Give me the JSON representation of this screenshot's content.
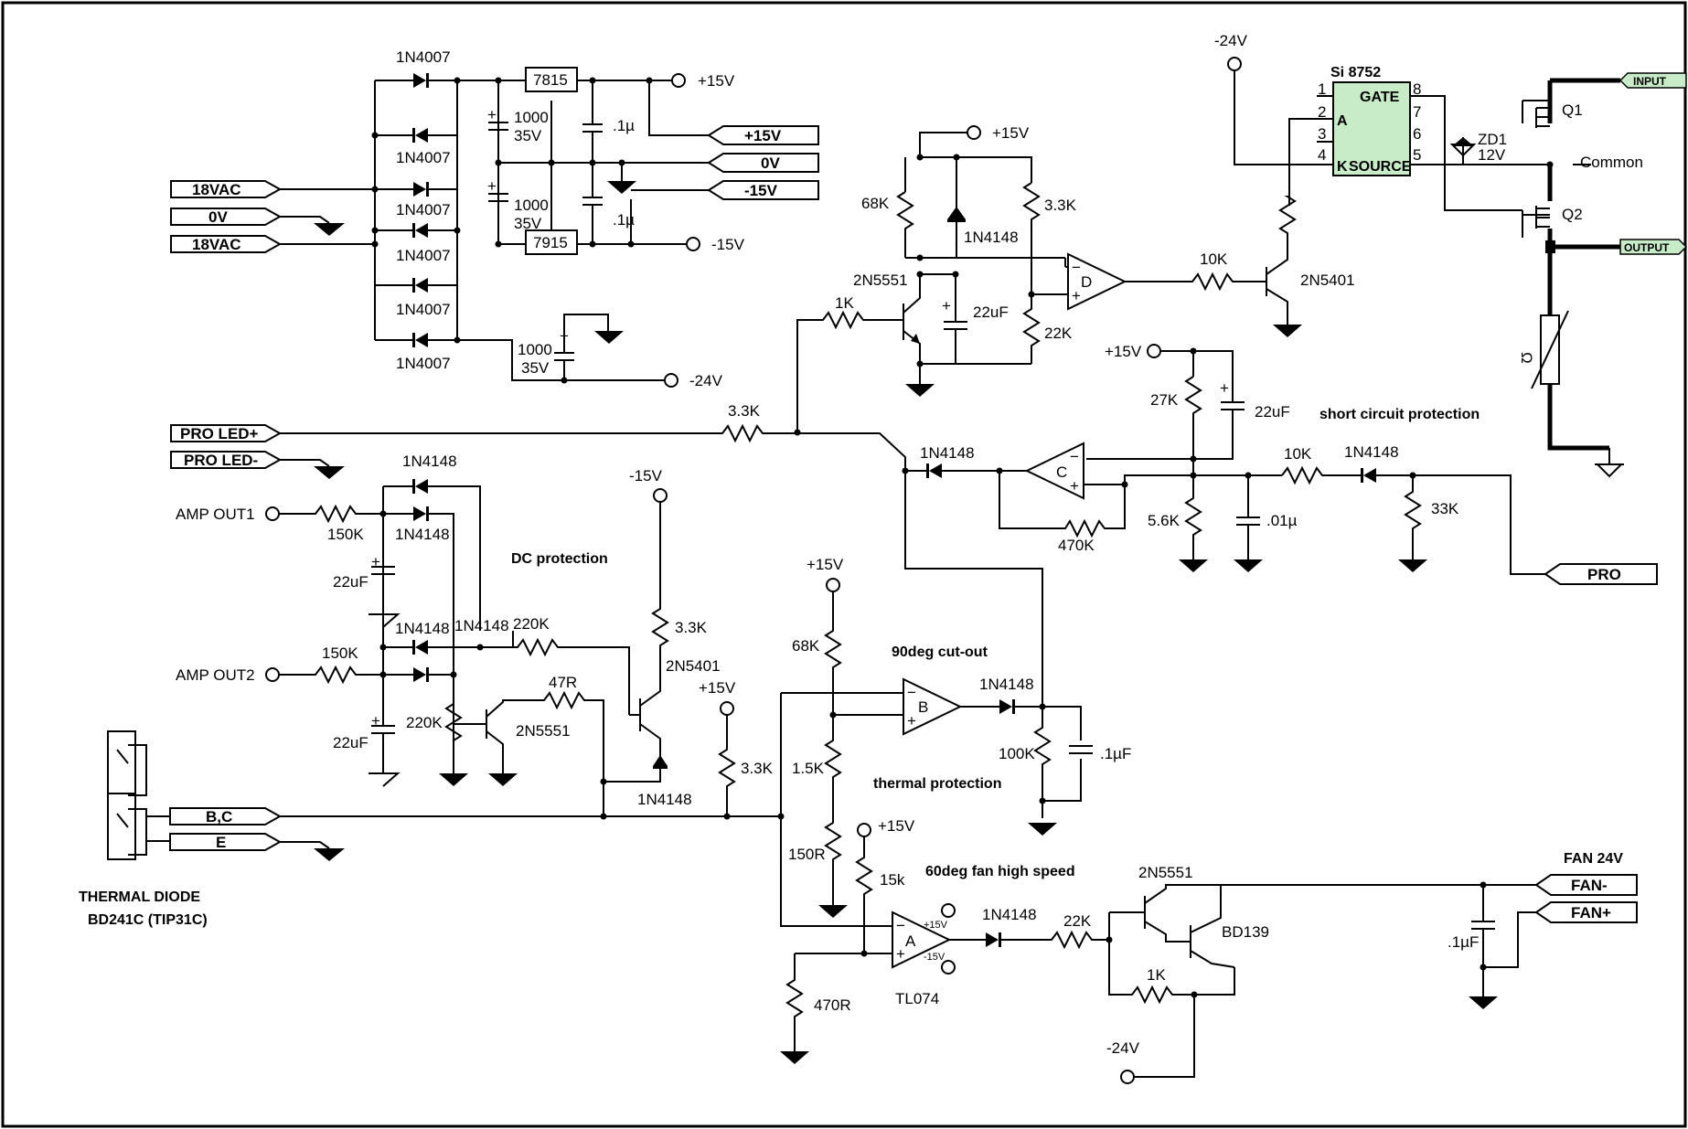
{
  "connectors": {
    "ac1": "18VAC",
    "ac0": "0V",
    "ac2": "18VAC",
    "p15": "+15V",
    "v0": "0V",
    "m15": "-15V",
    "proledp": "PRO LED+",
    "proledm": "PRO LED-",
    "bc": "B,C",
    "e": "E",
    "pro": "PRO",
    "fanm": "FAN-",
    "fanp": "FAN+",
    "input": "INPUT",
    "output": "OUTPUT"
  },
  "rails": {
    "p15_reg": "+15V",
    "m15_reg": "-15V",
    "m24_psu": "-24V",
    "p15_d": "+15V",
    "p15_c": "+15V",
    "m15_dc": "-15V",
    "p15_b": "+15V",
    "p15_dc": "+15V",
    "p15_a": "+15V",
    "m24_top": "-24V",
    "m24_fan": "-24V"
  },
  "psu": {
    "diodes": [
      "1N4007",
      "1N4007",
      "1N4007",
      "1N4007",
      "1N4007",
      "1N4007"
    ],
    "reg_pos": "7815",
    "reg_neg": "7915",
    "cap_top": [
      "1000",
      "35V"
    ],
    "cap_bot": [
      "1000",
      "35V"
    ],
    "cap_24": [
      "1000",
      "35V"
    ],
    "cap_p1": ".1µ",
    "cap_p2": ".1µ"
  },
  "ssr": {
    "chip": "Si 8752",
    "gate": "GATE",
    "source": "SOURCE",
    "a": "A",
    "k": "K",
    "pins": [
      "1",
      "2",
      "3",
      "4",
      "8",
      "7",
      "6",
      "5"
    ],
    "zd": "ZD1",
    "zd_v": "12V",
    "q1": "Q1",
    "q2": "Q2",
    "common": "Common",
    "thermistor": "Ω"
  },
  "blockD": {
    "r68k": "68K",
    "d1n4148": "1N4148",
    "r33k": "3.3K",
    "q": "2N5551",
    "c22u": "22uF",
    "r22k": "22K",
    "r1k": "1K",
    "opamp": "D",
    "r10k": "10K",
    "qpnp": "2N5401"
  },
  "blockC": {
    "r27k": "27K",
    "c22u": "22uF",
    "title": "short circuit protection",
    "r33k_in": "3.3K",
    "d_out": "1N4148",
    "opamp": "C",
    "r10k": "10K",
    "d_in": "1N4148",
    "r5k6": "5.6K",
    "c01": ".01µ",
    "r33k": "33K",
    "r470k": "470K"
  },
  "dc": {
    "amp1": "AMP OUT1",
    "amp2": "AMP OUT2",
    "r150k_1": "150K",
    "r150k_2": "150K",
    "d1": "1N4148",
    "d2": "1N4148",
    "d3": "1N4148",
    "d4": "1N4148",
    "c1": "22uF",
    "c2": "22uF",
    "title": "DC protection",
    "r220k_h": "220K",
    "r47": "47R",
    "r220k_v": "220K",
    "q_npn": "2N5551",
    "q_pnp": "2N5401",
    "r33k": "3.3K",
    "d_bot": "1N4148"
  },
  "thermal": {
    "title": "thermal protection",
    "cutout": "90deg cut-out",
    "r68k": "68K",
    "r1k5": "1.5K",
    "r150": "150R",
    "opamp": "B",
    "d": "1N4148",
    "r100k": "100K",
    "c": ".1µF",
    "r3k3": "3.3K",
    "diode_title": "THERMAL DIODE",
    "diode_part": "BD241C (TIP31C)"
  },
  "fan": {
    "title": "60deg fan high speed",
    "r15k": "15k",
    "opamp": "A",
    "opamp_p": "+15V",
    "opamp_m": "-15V",
    "chip": "TL074",
    "r470": "470R",
    "d": "1N4148",
    "r22k": "22K",
    "q1": "2N5551",
    "q2": "BD139",
    "r1k": "1K",
    "header": "FAN 24V",
    "c": ".1µF"
  }
}
